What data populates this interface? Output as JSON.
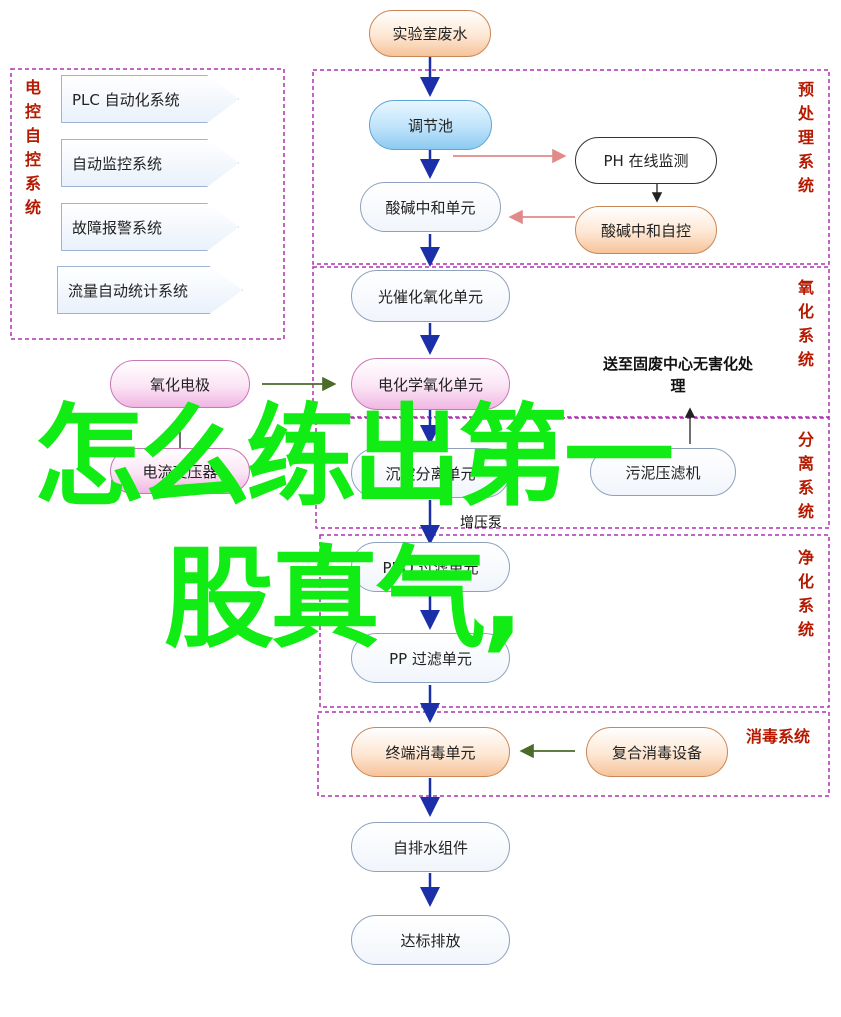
{
  "nodes": {
    "lab_wastewater": "实验室废水",
    "regulating_tank": "调节池",
    "ph_monitor": "PH 在线监测",
    "acid_base_neutral": "酸碱中和单元",
    "acid_base_auto": "酸碱中和自控",
    "photocatalytic": "光催化氧化单元",
    "oxidation_electrode": "氧化电极",
    "electrochemical": "电化学氧化单元",
    "sludge_note": "送至固废中心无害化处理",
    "rectifier": "电流变压器",
    "separation": "沉淀分离单元",
    "sludge_dewater": "污泥压滤机",
    "pressure_pump": "增压泵",
    "pro_filter": "PRO 过滤单元",
    "pp_filter": "PP 过滤单元",
    "terminal_disinfect": "终端消毒单元",
    "composite_disinfect": "复合消毒设备",
    "self_drain": "自排水组件",
    "discharge": "达标排放"
  },
  "control": {
    "label": "电控自控系统",
    "items": [
      "PLC 自动化系统",
      "自动监控系统",
      "故障报警系统",
      "流量自动统计系统"
    ]
  },
  "groups": {
    "pretreatment": "预处理系统",
    "oxidation": "氧化系统",
    "separation": "分离系统",
    "purification": "净化系统",
    "disinfection": "消毒系统"
  },
  "overlay": {
    "line1": "怎么练出第一",
    "line2": "股真气,"
  },
  "colors": {
    "overlay_text": "#10ec14",
    "group_border": "#b030b0",
    "group_label": "#b51a00",
    "arrow_blue": "#1a2fa8",
    "arrow_red": "#e08a8a",
    "arrow_green": "#4a6b2a"
  }
}
